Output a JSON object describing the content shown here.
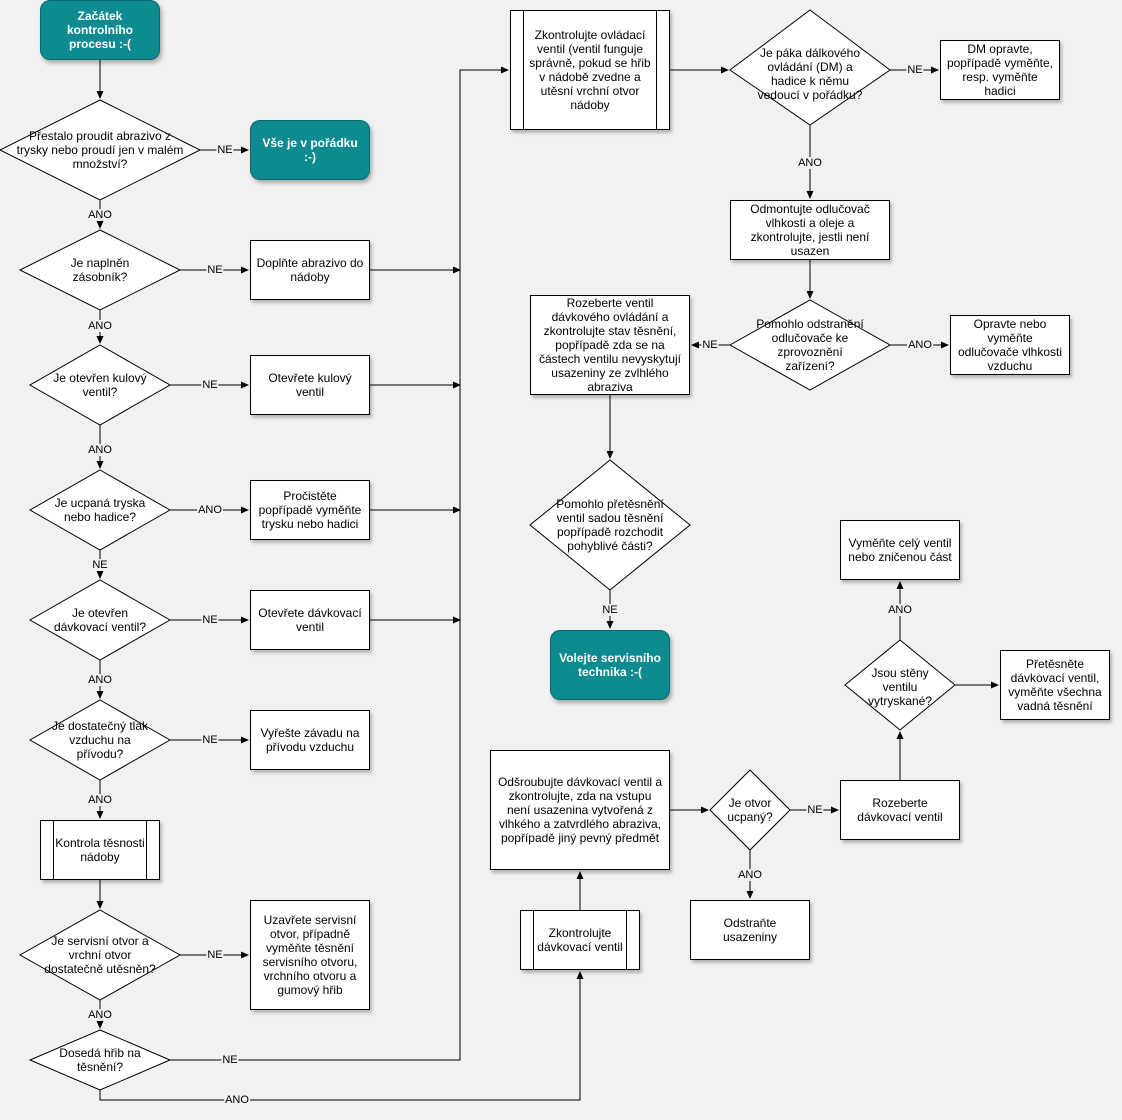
{
  "nodes": {
    "start": "Začátek kontrolního procesu :-(",
    "q_abrasive_flow": "Přestalo proudit abrazivo z trysky nebo proudí jen v malém množství?",
    "all_ok": "Vše je v pořádku :-)",
    "q_hopper": "Je naplněn zásobník?",
    "fill_abrasive": "Doplňte abrazivo do nádoby",
    "q_ball_valve": "Je otevřen kulový ventil?",
    "open_ball_valve": "Otevřete kulový ventil",
    "q_nozzle_clogged": "Je ucpaná tryska nebo hadice?",
    "clean_nozzle": "Pročistěte popřípadě vyměňte trysku nebo hadici",
    "q_dosing_valve": "Je otevřen dávkovací ventil?",
    "open_dosing_valve": "Otevřete dávkovací ventil",
    "q_air_pressure": "Je dostatečný tlak vzduchu na přívodu?",
    "fix_air_supply": "Vyřešte závadu na přívodu vzduchu",
    "vessel_tightness": "Kontrola těsnosti nádoby",
    "q_service_opening": "Je servisní otvor a vrchní otvor dostatečně utěsněn?",
    "seal_service_opening": "Uzavřete servisní otvor, případně vyměňte těsnění servisního otvoru, vrchního otvoru a gumový hřib",
    "q_mushroom_seat": "Dosedá hřib na těsnění?",
    "check_control_valve": "Zkontrolujte ovládací ventil (ventil funguje správně, pokud se hřib v nádobě zvedne a utěsní vrchní otvor nádoby",
    "q_remote_lever": "Je páka dálkového ovládání (DM) a hadice k němu vedoucí v pořádku?",
    "repair_dm": "DM opravte, popřípadě vyměňte, resp. vyměňte hadici",
    "remove_separator": "Odmontujte odlučovač vlhkosti a oleje a zkontrolujte, jestli není usazen",
    "q_separator_helped": "Pomohlo odstranění odlučovače ke zprovoznění zařízení?",
    "repair_separator": "Opravte nebo vyměňte odlučovače vlhkosti vzduchu",
    "disassemble_remote_valve": "Rozeberte ventil dávkového ovládání a zkontrolujte stav těsnění, popřípadě zda se na částech ventilu nevyskytují usazeniny ze zvlhlého abraziva",
    "q_seal_kit_helped": "Pomohlo přetěsnění ventil sadou těsnění popřípadě rozchodit pohyblivé části?",
    "call_technician": "Volejte servisního technika :-(",
    "check_dosing_valve": "Zkontrolujte dávkovací ventil",
    "unscrew_dosing_valve": "Odšroubujte dávkovací ventil a zkontrolujte, zda na vstupu není usazenina vytvořená z vlhkého a zatvrdlého abraziva, popřípadě jiný pevný předmět",
    "q_opening_clogged": "Je otvor ucpaný?",
    "remove_deposits": "Odstraňte usazeniny",
    "disassemble_dosing_valve": "Rozeberte dávkovací ventil",
    "q_walls_blasted": "Jsou stěny ventilu vytryskané?",
    "replace_whole_valve": "Vyměňte celý ventil nebo zničenou část",
    "reseal_dosing_valve": "Přetěsněte dávkovací ventil, vyměňte všechna vadná těsnění"
  },
  "labels": {
    "yes": "ANO",
    "no": "NE"
  },
  "colors": {
    "terminal": "#0e8a91",
    "background": "#f1f1f1",
    "line": "#000000"
  }
}
